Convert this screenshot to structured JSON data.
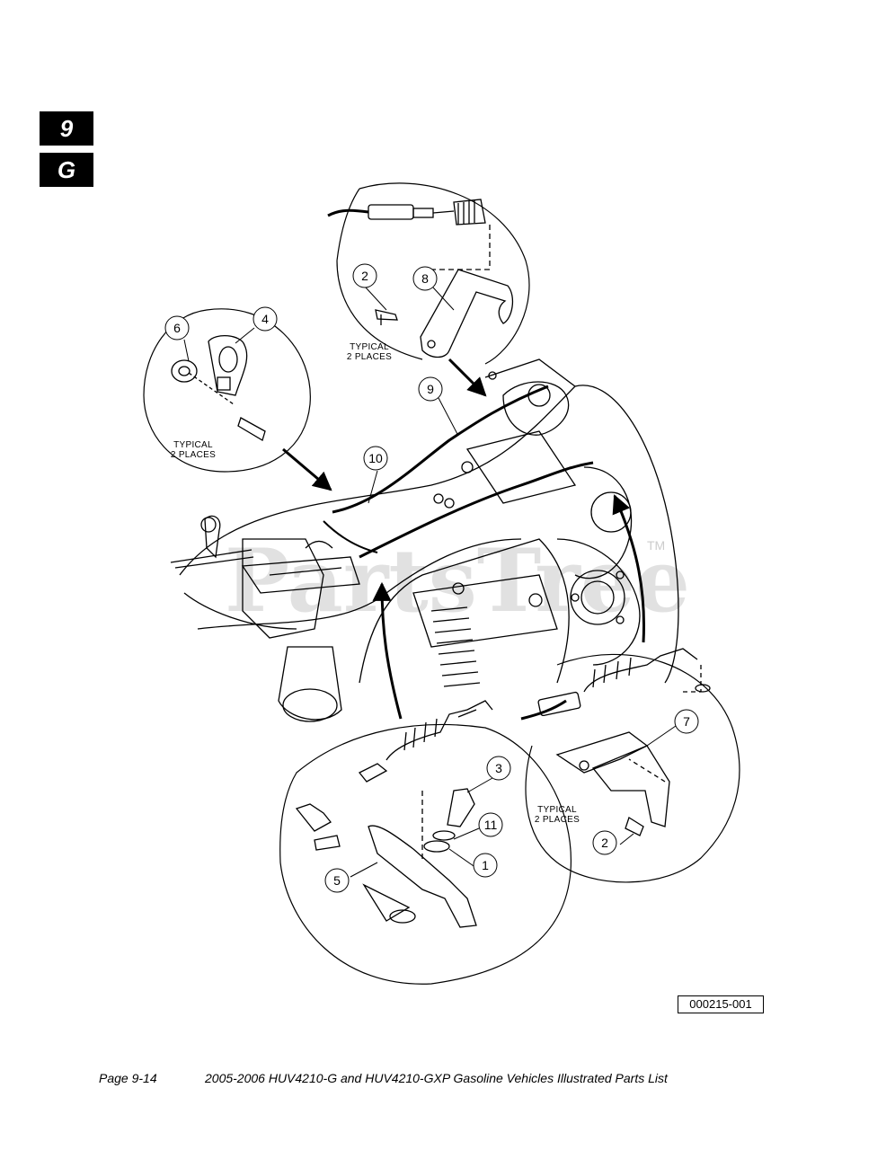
{
  "section_tab": {
    "chapter": "9",
    "letter": "G"
  },
  "callouts": {
    "top_left_2": "2",
    "top_8": "8",
    "left_6": "6",
    "left_4": "4",
    "center_9": "9",
    "center_10": "10",
    "bottom_3": "3",
    "bottom_11": "11",
    "bottom_1": "1",
    "bottom_5": "5",
    "right_7": "7",
    "right_2": "2"
  },
  "notes": {
    "top_typical_line1": "TYPICAL",
    "top_typical_line2": "2 PLACES",
    "left_typical_line1": "TYPICAL",
    "left_typical_line2": "2 PLACES",
    "right_typical_line1": "TYPICAL",
    "right_typical_line2": "2 PLACES"
  },
  "watermark": {
    "text": "PartsTree",
    "tm": "TM"
  },
  "figure_id": "000215-001",
  "footer": {
    "page": "Page 9-14",
    "title": "2005-2006 HUV4210-G and HUV4210-GXP Gasoline Vehicles Illustrated Parts List"
  }
}
